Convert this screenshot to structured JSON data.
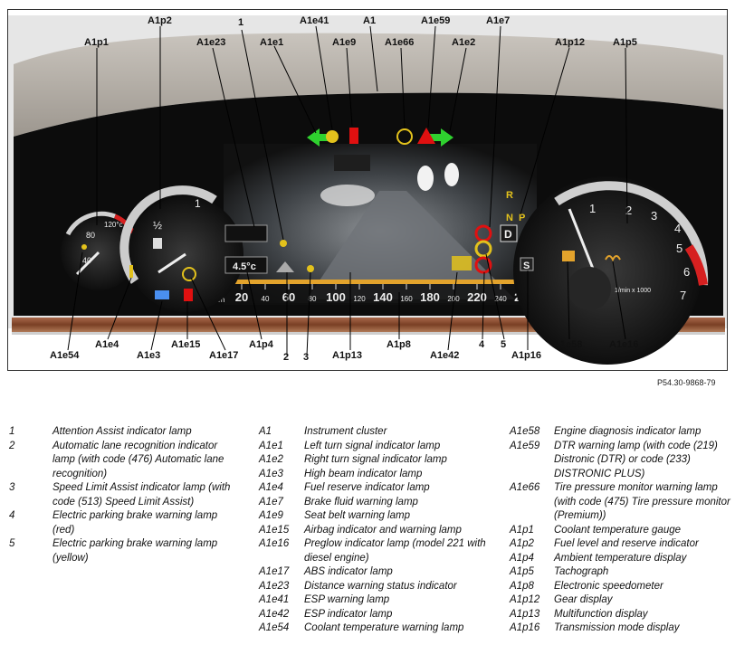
{
  "reference_code": "P54.30-9868-79",
  "callouts": [
    {
      "id": "A1p1",
      "text": "A1p1"
    },
    {
      "id": "A1p2",
      "text": "A1p2"
    },
    {
      "id": "A1e23",
      "text": "A1e23"
    },
    {
      "id": "n1",
      "text": "1"
    },
    {
      "id": "A1e1",
      "text": "A1e1"
    },
    {
      "id": "A1e41",
      "text": "A1e41"
    },
    {
      "id": "A1e9",
      "text": "A1e9"
    },
    {
      "id": "A1",
      "text": "A1"
    },
    {
      "id": "A1e66",
      "text": "A1e66"
    },
    {
      "id": "A1e59",
      "text": "A1e59"
    },
    {
      "id": "A1e2",
      "text": "A1e2"
    },
    {
      "id": "A1e7",
      "text": "A1e7"
    },
    {
      "id": "A1p12",
      "text": "A1p12"
    },
    {
      "id": "A1p5",
      "text": "A1p5"
    },
    {
      "id": "A1e54",
      "text": "A1e54"
    },
    {
      "id": "A1e4",
      "text": "A1e4"
    },
    {
      "id": "A1e3",
      "text": "A1e3"
    },
    {
      "id": "A1e15",
      "text": "A1e15"
    },
    {
      "id": "A1e17",
      "text": "A1e17"
    },
    {
      "id": "A1p4",
      "text": "A1p4"
    },
    {
      "id": "n2",
      "text": "2"
    },
    {
      "id": "n3",
      "text": "3"
    },
    {
      "id": "A1p13",
      "text": "A1p13"
    },
    {
      "id": "A1p8",
      "text": "A1p8"
    },
    {
      "id": "A1e42",
      "text": "A1e42"
    },
    {
      "id": "n4",
      "text": "4"
    },
    {
      "id": "n5",
      "text": "5"
    },
    {
      "id": "A1p16",
      "text": "A1p16"
    },
    {
      "id": "A1e58",
      "text": "A1e58"
    },
    {
      "id": "A1e16",
      "text": "A1e16"
    }
  ],
  "dash": {
    "coolant_ticks": [
      "120°c",
      "80",
      "40"
    ],
    "fuel_ticks": [
      "1",
      "½"
    ],
    "ambient_temp": "4.5°c",
    "speed_ticks": [
      "20",
      "40",
      "60",
      "80",
      "100",
      "120",
      "140",
      "160",
      "180",
      "200",
      "220",
      "240",
      "260"
    ],
    "speed_unit": "km/h",
    "gears": [
      "R",
      "N",
      "P",
      "D"
    ],
    "trans_mode": "S",
    "tacho_ticks": [
      "1",
      "2",
      "3",
      "4",
      "5",
      "6",
      "7"
    ],
    "tacho_unit": "1/min x 1000",
    "colors": {
      "green": "#2fd12f",
      "red": "#e01010",
      "amber": "#e3c21c",
      "wood": "#8a4f2c"
    }
  },
  "legend_col1": [
    {
      "k": "1",
      "v": "Attention Assist indicator lamp"
    },
    {
      "k": "2",
      "v": "Automatic lane recognition indicator lamp (with code (476) Automatic lane recognition)"
    },
    {
      "k": "3",
      "v": "Speed Limit Assist indicator lamp (with code (513) Speed Limit Assist)"
    },
    {
      "k": "4",
      "v": "Electric parking brake warning lamp (red)"
    },
    {
      "k": "5",
      "v": "Electric parking brake warning lamp (yellow)"
    }
  ],
  "legend_col2": [
    {
      "k": "A1",
      "v": "Instrument cluster"
    },
    {
      "k": "A1e1",
      "v": "Left turn signal indicator lamp"
    },
    {
      "k": "A1e2",
      "v": "Right turn signal indicator lamp"
    },
    {
      "k": "A1e3",
      "v": "High beam indicator lamp"
    },
    {
      "k": "A1e4",
      "v": "Fuel reserve indicator lamp"
    },
    {
      "k": "A1e7",
      "v": "Brake fluid warning lamp"
    },
    {
      "k": "A1e9",
      "v": "Seat belt warning lamp"
    },
    {
      "k": "A1e15",
      "v": "Airbag indicator and warning lamp"
    },
    {
      "k": "A1e16",
      "v": "Preglow indicator lamp (model 221 with diesel engine)"
    },
    {
      "k": "A1e17",
      "v": "ABS indicator lamp"
    },
    {
      "k": "A1e23",
      "v": "Distance warning status indicator"
    },
    {
      "k": "A1e41",
      "v": "ESP warning lamp"
    },
    {
      "k": "A1e42",
      "v": "ESP indicator lamp"
    },
    {
      "k": "A1e54",
      "v": "Coolant temperature warning lamp"
    }
  ],
  "legend_col3": [
    {
      "k": "A1e58",
      "v": "Engine diagnosis indicator lamp"
    },
    {
      "k": "A1e59",
      "v": "DTR warning lamp (with code (219) Distronic (DTR) or code (233) DISTRONIC PLUS)"
    },
    {
      "k": "A1e66",
      "v": "Tire pressure monitor warning lamp (with code (475) Tire pressure monitor (Premium))"
    },
    {
      "k": "A1p1",
      "v": "Coolant temperature gauge"
    },
    {
      "k": "A1p2",
      "v": "Fuel level and reserve indicator"
    },
    {
      "k": "A1p4",
      "v": "Ambient temperature display"
    },
    {
      "k": "A1p5",
      "v": "Tachograph"
    },
    {
      "k": "A1p8",
      "v": "Electronic speedometer"
    },
    {
      "k": "A1p12",
      "v": "Gear display"
    },
    {
      "k": "A1p13",
      "v": "Multifunction display"
    },
    {
      "k": "A1p16",
      "v": "Transmission mode display"
    }
  ]
}
